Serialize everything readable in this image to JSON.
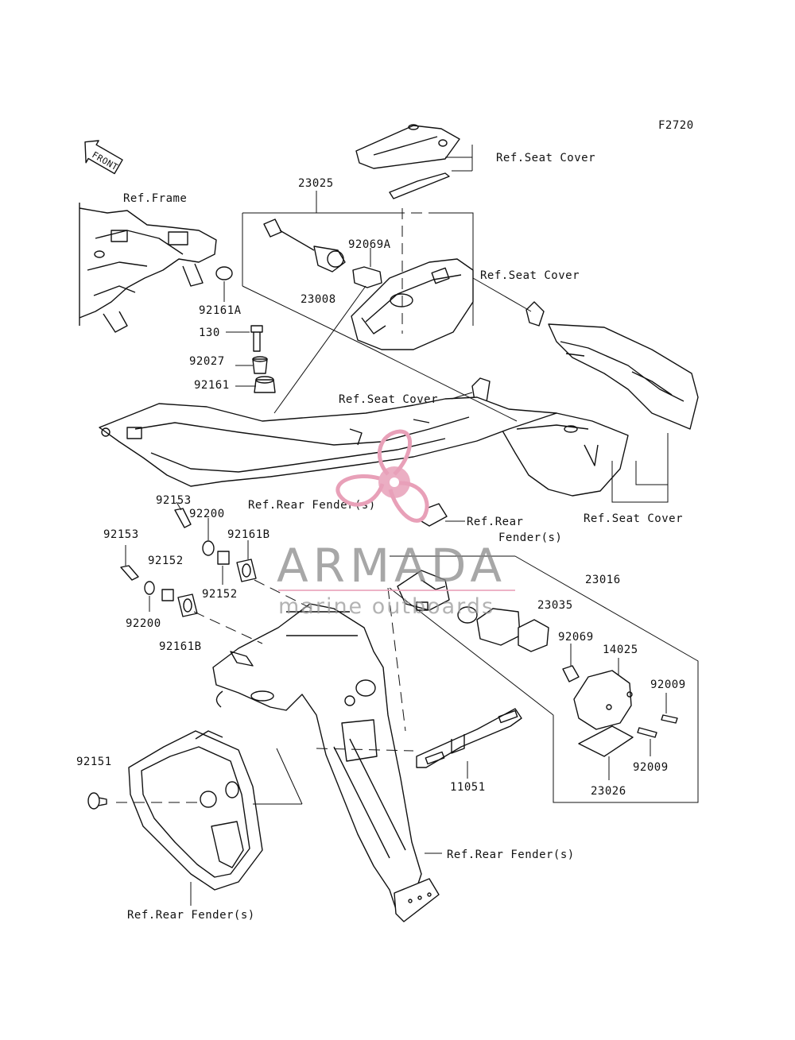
{
  "figure_code": "F2720",
  "front_arrow": "FRONT",
  "watermark": {
    "brand": "ARMADA",
    "tagline": "marine outboards",
    "accent_color": "#e8a0b8"
  },
  "labels": {
    "ref_seat_cover_1": "Ref.Seat Cover",
    "ref_seat_cover_2": "Ref.Seat Cover",
    "ref_seat_cover_3": "Ref.Seat Cover",
    "ref_seat_cover_4": "Ref.Seat Cover",
    "ref_frame": "Ref.Frame",
    "ref_rear_fender_1": "Ref.Rear Fender(s)",
    "ref_rear_fender_2a": "Ref.Rear",
    "ref_rear_fender_2b": "Fender(s)",
    "ref_rear_fender_3": "Ref.Rear Fender(s)",
    "ref_rear_fender_4": "Ref.Rear Fender(s)",
    "p23025": "23025",
    "p92069A": "92069A",
    "p23008": "23008",
    "p92161A": "92161A",
    "p130": "130",
    "p92027": "92027",
    "p92161": "92161",
    "p92153a": "92153",
    "p92200a": "92200",
    "p92153b": "92153",
    "p92152a": "92152",
    "p92161B_a": "92161B",
    "p92152b": "92152",
    "p92200b": "92200",
    "p92161B_b": "92161B",
    "p23016": "23016",
    "p23035": "23035",
    "p92069": "92069",
    "p14025": "14025",
    "p92009a": "92009",
    "p92009b": "92009",
    "p23026": "23026",
    "p11051": "11051",
    "p92151": "92151"
  }
}
